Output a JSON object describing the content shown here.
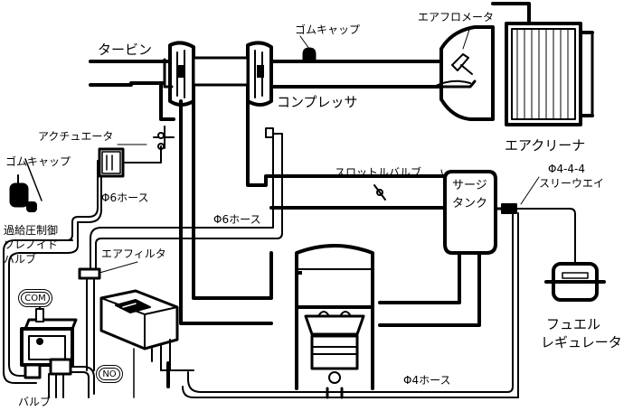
{
  "labels": {
    "turbine": "タービン",
    "rubber_cap_top": "ゴムキャップ",
    "air_flow_meter": "エアフロメータ",
    "compressor": "コンプレッサ",
    "actuator": "アクチュエータ",
    "rubber_cap_left": "ゴムキャップ",
    "air_cleaner": "エアクリーナ",
    "throttle_valve": "スロットルバルブ",
    "surge_tank_1": "サージ",
    "surge_tank_2": "タンク",
    "three_way_1": "Φ4-4-4",
    "three_way_2": "スリーウエイ",
    "hose_phi6_left": "Φ6ホース",
    "hose_phi6_center": "Φ6ホース",
    "solenoid_1": "過給圧制御",
    "solenoid_2": "ソレノイド",
    "solenoid_3": "バルブ",
    "air_filter": "エアフィルタ",
    "fuel_1": "フュエル",
    "fuel_2": "レギュレータ",
    "hose_phi4": "Φ4ホース",
    "valve": "バルブ",
    "port_com": "COM",
    "port_no": "NO"
  }
}
